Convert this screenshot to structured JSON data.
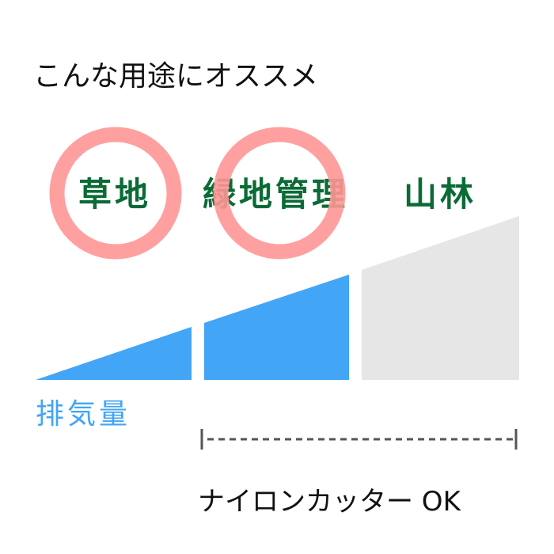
{
  "title": "こんな用途にオススメ",
  "uses": [
    "草地",
    "緑地管理",
    "山林"
  ],
  "recommended": [
    "草地",
    "緑地管理"
  ],
  "exhaust_label": "排気量",
  "nylon_label": "ナイロンカッター OK",
  "colors": {
    "circle": "#ff9696",
    "use_text": "#0b6b36",
    "blue": "#42a5f5",
    "gray": "#e6e6e6",
    "dash": "#555555"
  }
}
